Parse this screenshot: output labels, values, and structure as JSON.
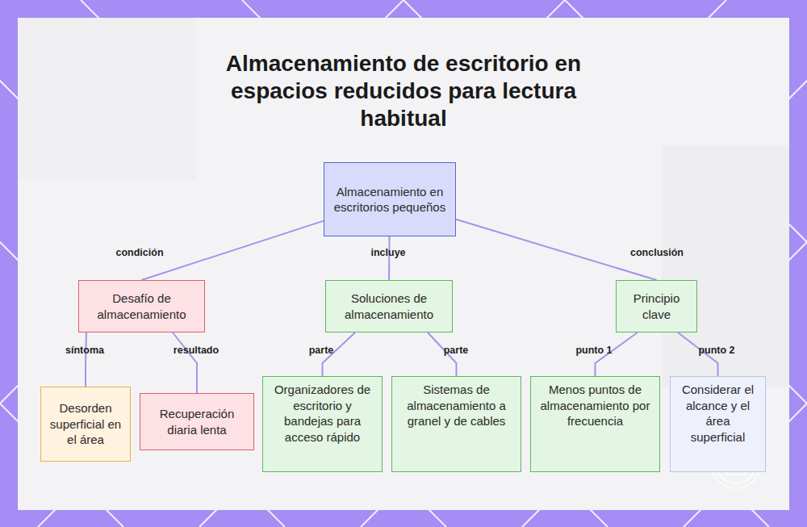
{
  "diagram": {
    "title": "Almacenamiento de escritorio en espacios reducidos para lectura habitual",
    "nodes": [
      {
        "text": [
          "Almacenamiento en escritorios pequeños"
        ]
      },
      {
        "text": [
          "Desafío de almacenamiento"
        ]
      },
      {
        "text": [
          "Soluciones de almacenamiento"
        ]
      },
      {
        "text": [
          "Principio clave"
        ]
      },
      {
        "text": [
          "Desorden superficial en el área"
        ]
      },
      {
        "text": [
          "Recuperación diaria lenta"
        ]
      },
      {
        "text": [
          "Organizadores de escritorio y bandejas para acceso rápido"
        ]
      },
      {
        "text": [
          "Sistemas de almacenamiento a granel y de cables"
        ]
      },
      {
        "text": [
          "Menos puntos de almacenamiento por frecuencia"
        ]
      },
      {
        "text": [
          "Considerar el alcance y el área superficial"
        ]
      }
    ],
    "edges": [
      {
        "from": 0,
        "to": 1,
        "arrow": "none",
        "label": "condición"
      },
      {
        "from": 0,
        "to": 2,
        "arrow": "none",
        "label": "incluye"
      },
      {
        "from": 0,
        "to": 3,
        "arrow": "none",
        "label": "conclusión"
      },
      {
        "from": 1,
        "to": 4,
        "arrow": "none",
        "label": "síntoma"
      },
      {
        "from": 1,
        "to": 5,
        "arrow": "none",
        "label": "resultado"
      },
      {
        "from": 2,
        "to": 6,
        "arrow": "none",
        "label": "parte"
      },
      {
        "from": 2,
        "to": 7,
        "arrow": "none",
        "label": "parte"
      },
      {
        "from": 3,
        "to": 8,
        "arrow": "none",
        "label": "punto 1"
      },
      {
        "from": 3,
        "to": 9,
        "arrow": "none",
        "label": "punto 2"
      }
    ]
  }
}
